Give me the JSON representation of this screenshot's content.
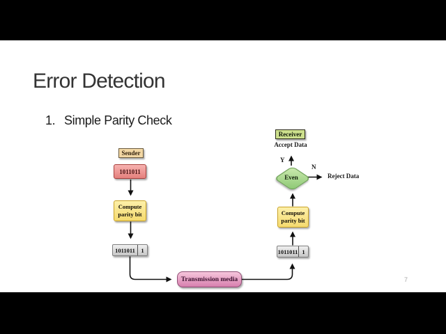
{
  "slide": {
    "title": "Error Detection",
    "list_number": "1.",
    "list_item": "Simple Parity Check",
    "page_number": "7"
  },
  "diagram": {
    "sender_label": "Sender",
    "receiver_label": "Receiver",
    "data_bits": "1011011",
    "parity_bit": "1",
    "compute_line1": "Compute",
    "compute_line2": "parity bit",
    "transmission_label": "Transmission media",
    "decision_label": "Even",
    "yes_label": "Y",
    "no_label": "N",
    "accept_label": "Accept Data",
    "reject_label": "Reject Data"
  },
  "colors": {
    "sender-fill": "#f2d7a4",
    "sender-border": "#6b5b3e",
    "data-fill-top": "#f7b2b0",
    "data-fill-bottom": "#e5807d",
    "data-border": "#a8413e",
    "compute-fill-top": "#fdf0a9",
    "compute-fill-bottom": "#f5da6f",
    "compute-border": "#c9a227",
    "codeword-fill-top": "#f0f0f0",
    "codeword-fill-bottom": "#c6c6c6",
    "codeword-border": "#7f7f7f",
    "transmission-fill-top": "#f6c6dc",
    "transmission-fill-bottom": "#d77fae",
    "transmission-border": "#8e4d74",
    "receiver-fill": "#cde08d",
    "receiver-border": "#2a2a1a",
    "diamond-fill-top": "#cdeab0",
    "diamond-fill-bottom": "#8bc873",
    "diamond-border": "#6fa357",
    "line-color": "#111111"
  }
}
